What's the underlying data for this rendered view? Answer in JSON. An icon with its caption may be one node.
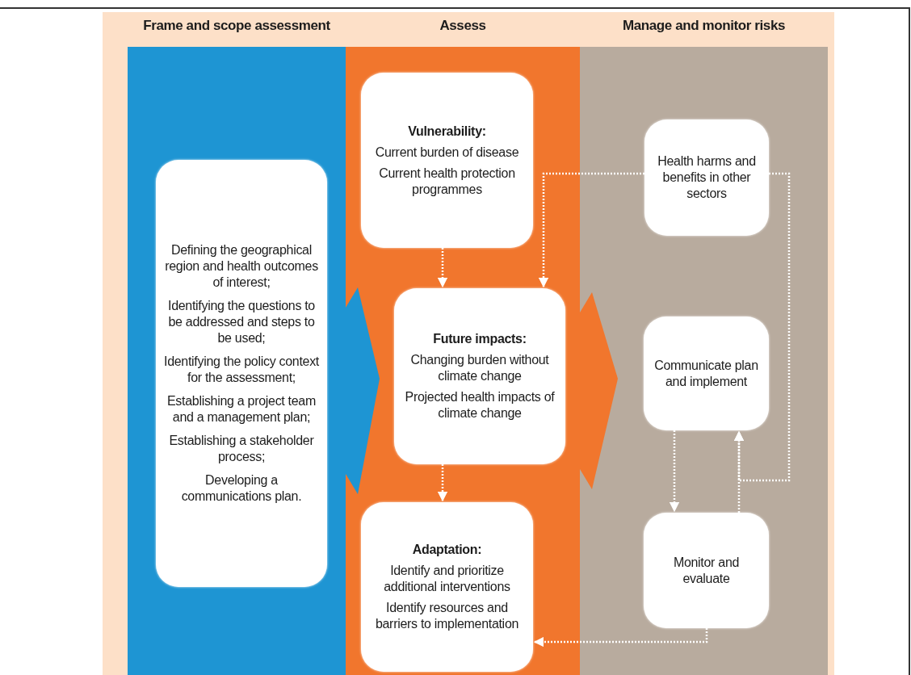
{
  "diagram": {
    "nodes": [
      {
        "text": [
          "Frame and scope assessment"
        ]
      },
      {
        "text": [
          "Defining the geographical region and health outcomes of interest;",
          "Identifying the questions to be addressed and steps to be used;",
          "Identifying the policy context for the assessment;",
          "Establishing a project team and a management plan;",
          "Establishing a stakeholder process;",
          "Developing a communications plan."
        ],
        "in": 0
      },
      {
        "text": [
          "Assess"
        ]
      },
      {
        "text": [
          "Vulnerability:",
          "Current burden of disease",
          "Current health protection programmes"
        ],
        "in": 2
      },
      {
        "text": [
          "Future impacts:",
          "Changing burden without climate change",
          "Projected health impacts of climate change"
        ],
        "in": 2
      },
      {
        "text": [
          "Adaptation:",
          "Identify and prioritize additional interventions",
          "Identify resources and barriers to implementation"
        ],
        "in": 2
      },
      {
        "text": [
          "Manage and monitor risks"
        ]
      },
      {
        "text": [
          "Health harms and benefits in other sectors"
        ],
        "in": 6
      },
      {
        "text": [
          "Communicate plan and implement"
        ],
        "in": 6
      },
      {
        "text": [
          "Monitor and evaluate"
        ],
        "in": 6
      }
    ],
    "edges": [
      {
        "from": 0,
        "to": 2,
        "arrow": "to",
        "style": "thick"
      },
      {
        "from": 2,
        "to": 6,
        "arrow": "to",
        "style": "thick"
      },
      {
        "from": 3,
        "to": 4,
        "arrow": "to",
        "style": "dashed"
      },
      {
        "from": 7,
        "to": 4,
        "arrow": "to",
        "style": "dashed"
      },
      {
        "from": 4,
        "to": 5,
        "arrow": "to",
        "style": "dashed"
      },
      {
        "from": 8,
        "to": 9,
        "arrow": "to",
        "style": "dashed"
      },
      {
        "from": 9,
        "to": 8,
        "arrow": "to",
        "style": "dashed"
      },
      {
        "from": 7,
        "to": 8,
        "arrow": "to",
        "style": "dashed"
      },
      {
        "from": 9,
        "to": 5,
        "arrow": "to",
        "style": "dashed"
      }
    ]
  }
}
